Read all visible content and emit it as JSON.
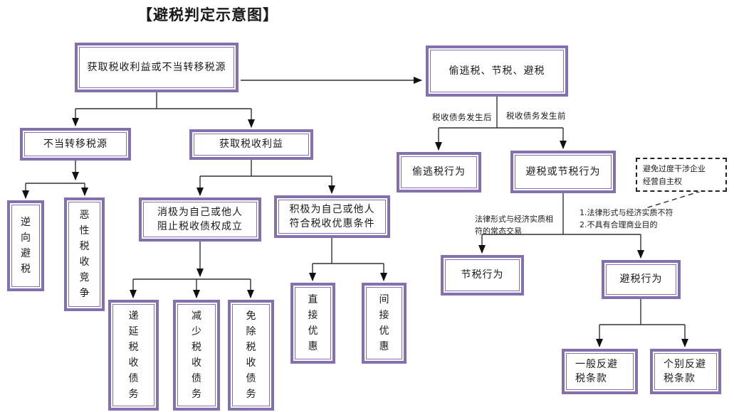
{
  "title": "【避税判定示意图】",
  "colors": {
    "accent": "#8570AF",
    "line": "#303030"
  },
  "boxes": {
    "gain_or_transfer": {
      "label": "获取税收利益或不当转移税源"
    },
    "three_types": {
      "label": "偷逃税、节税、避税"
    },
    "improper_transfer": {
      "label": "不当转移税源"
    },
    "gain_benefit": {
      "label": "获取税收利益"
    },
    "reverse_avoidance": {
      "label": "逆向避税"
    },
    "harmful_competition": {
      "label": "恶性税收竞争"
    },
    "passive": {
      "lines": [
        "消极为自己或他人",
        "阻止税收债权成立"
      ]
    },
    "active": {
      "lines": [
        "积极为自己或他人",
        "符合税收优惠条件"
      ]
    },
    "defer": {
      "label": "递延税收债务"
    },
    "reduce": {
      "label": "减少税收债务"
    },
    "exempt": {
      "label": "免除税收债务"
    },
    "direct": {
      "label": "直接优惠"
    },
    "indirect": {
      "label": "间接优惠"
    },
    "evasion": {
      "label": "偷逃税行为"
    },
    "avoid_or_save": {
      "label": "避税或节税行为"
    },
    "saving": {
      "label": "节税行为"
    },
    "avoidance": {
      "label": "避税行为"
    },
    "general_rule": {
      "lines": [
        "一般反避",
        "税条款"
      ]
    },
    "specific_rule": {
      "lines": [
        "个别反避",
        "税条款"
      ]
    }
  },
  "annotations": {
    "after_debt": "税收债务发生后",
    "before_debt": "税收债务发生前",
    "normal_trade": {
      "lines": [
        "法律形式与经济实质相",
        "符的常态交易"
      ]
    },
    "avoidance_conditions": {
      "lines": [
        "1.法律形式与经济实质不符",
        "2.不具有合理商业目的"
      ]
    },
    "note": {
      "lines": [
        "避免过度干涉企业",
        "经营自主权"
      ]
    }
  }
}
